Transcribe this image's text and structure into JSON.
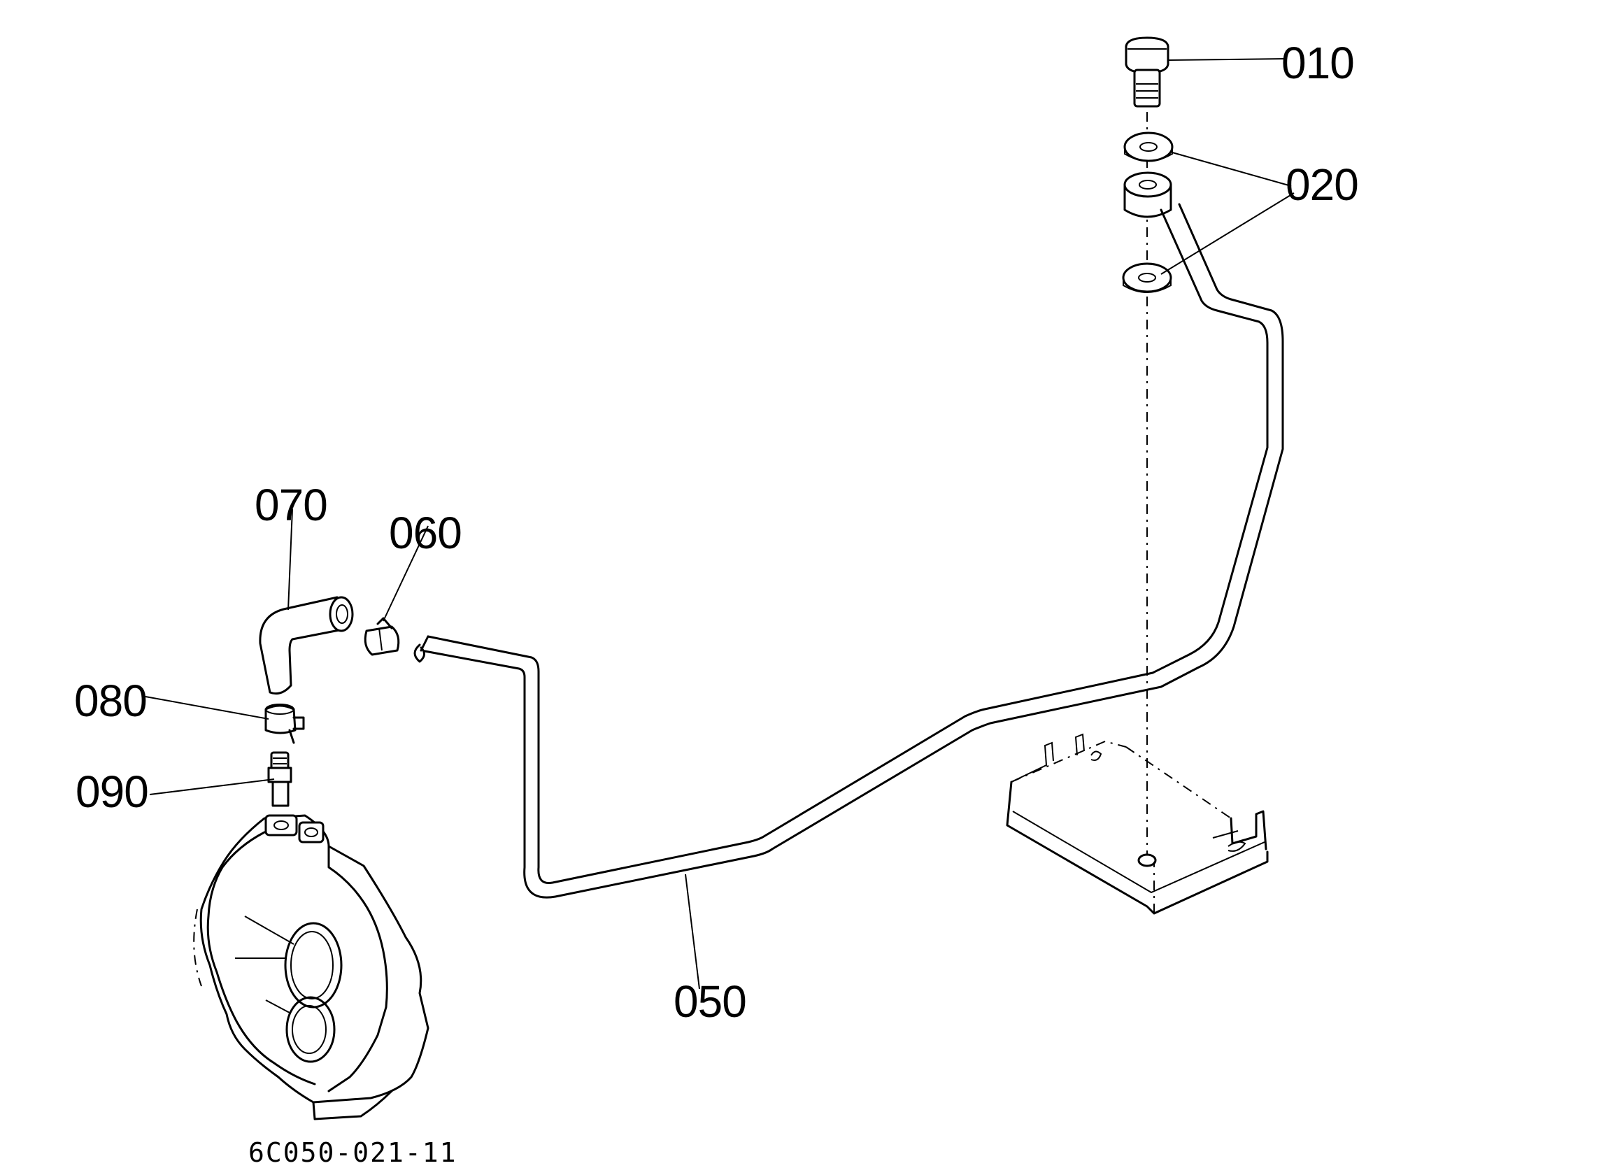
{
  "callouts": {
    "c010": "010",
    "c020": "020",
    "c050": "050",
    "c060": "060",
    "c070": "070",
    "c080": "080",
    "c090": "090"
  },
  "drawing_code": "6C050-021-11",
  "colors": {
    "ink": "#000000",
    "paper": "#ffffff"
  }
}
